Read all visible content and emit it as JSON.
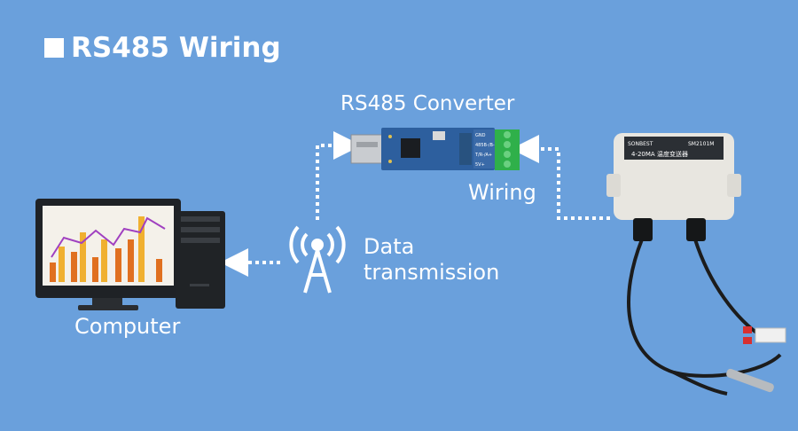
{
  "title": "RS485 Wiring",
  "labels": {
    "converter": "RS485 Converter",
    "wiring": "Wiring",
    "data_line1": "Data",
    "data_line2": "transmission",
    "computer": "Computer"
  },
  "device": {
    "brand": "SONBEST",
    "model": "SM2101M",
    "spec": "4-20MA  温度变送器"
  },
  "converter_pins": [
    "GND",
    "485B-/B-",
    "T/R-/A+",
    "5V+"
  ],
  "colors": {
    "background": "#6aa0dc",
    "text": "#ffffff",
    "pcb": "#2d5f9e",
    "terminal": "#2fb04a"
  }
}
